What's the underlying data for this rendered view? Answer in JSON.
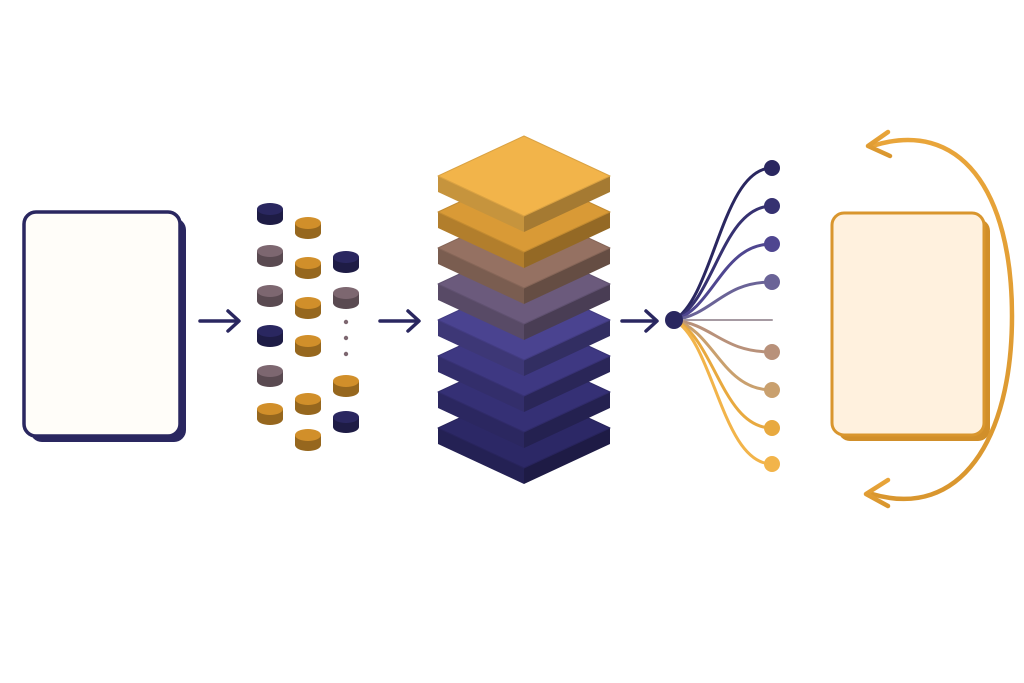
{
  "colors": {
    "navy": "#2a2760",
    "navy_dark": "#1f1c4f",
    "gold": "#f2b44a",
    "gold_dark": "#d18f2a",
    "mauve": "#7d6770",
    "purple": "#4f4690",
    "cream": "#fff1de",
    "paper": "#fffdf9"
  },
  "diagram": {
    "stages": [
      {
        "id": "input-document",
        "icon": "document-icon",
        "style": "navy-outline"
      },
      {
        "id": "token-columns",
        "icon": "token-grid-icon"
      },
      {
        "id": "layer-stack",
        "icon": "stacked-layers-icon",
        "layers": 8
      },
      {
        "id": "output-distribution",
        "icon": "fan-out-icon",
        "branches": 8
      },
      {
        "id": "output-document",
        "icon": "document-icon",
        "style": "gold-outline"
      }
    ],
    "connectors": [
      "arrow-right-icon",
      "arrow-right-icon",
      "arrow-right-icon"
    ],
    "feedback_loop": {
      "icon": "loop-arrow-icon",
      "direction": "counter-clockwise"
    }
  }
}
